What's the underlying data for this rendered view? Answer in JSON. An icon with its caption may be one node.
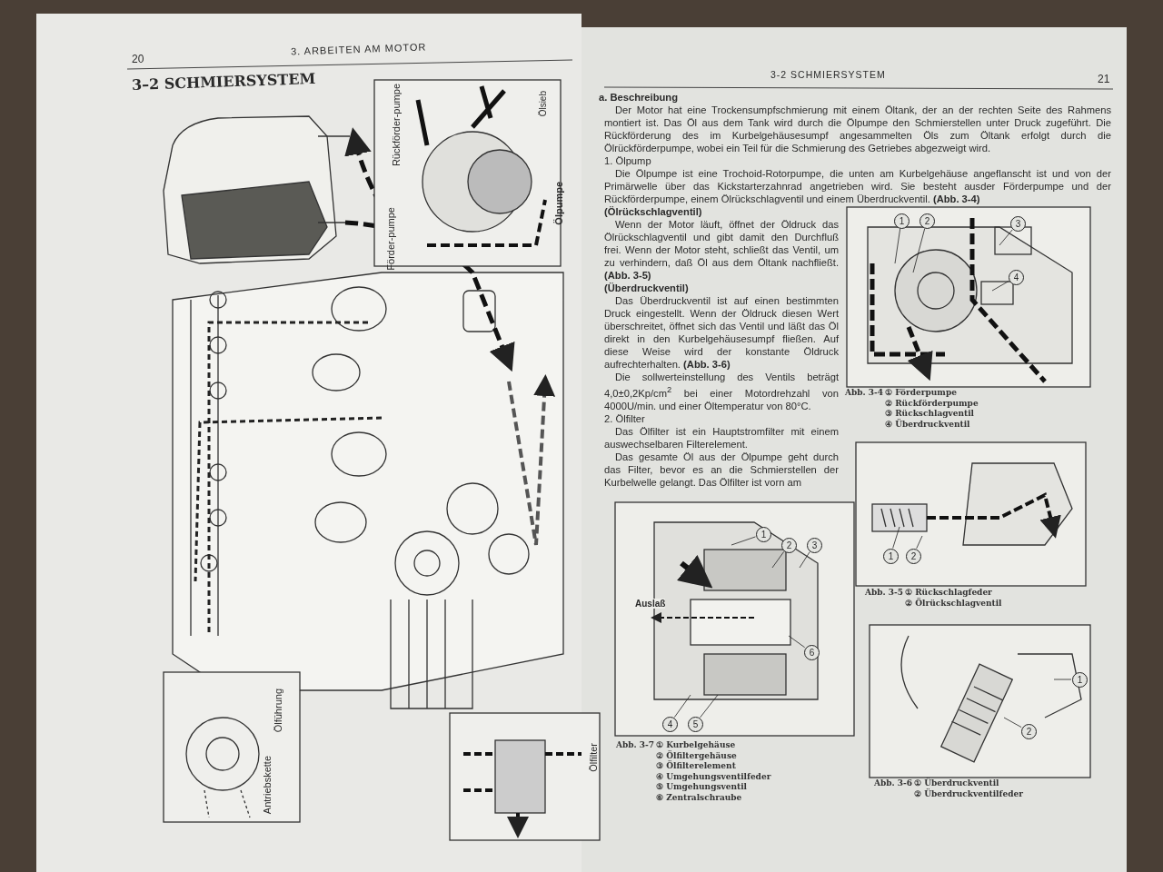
{
  "diagram": {
    "title": "3–2 SCHMIERSYSTEM",
    "nodes": [
      {
        "text": [
          "1"
        ]
      },
      {
        "text": [
          "2"
        ]
      },
      {
        "text": [
          "3"
        ]
      },
      {
        "text": [
          "4"
        ]
      },
      {
        "text": [
          "1"
        ]
      },
      {
        "text": [
          "2"
        ]
      },
      {
        "text": [
          "3"
        ]
      },
      {
        "text": [
          "6"
        ]
      },
      {
        "text": [
          "4"
        ]
      },
      {
        "text": [
          "5"
        ]
      },
      {
        "text": [
          "1"
        ]
      },
      {
        "text": [
          "2"
        ]
      },
      {
        "text": [
          "1"
        ]
      },
      {
        "text": [
          "2"
        ]
      }
    ],
    "edges": [
      {
        "from": 0,
        "to": null,
        "arrow": "none"
      },
      {
        "from": 1,
        "to": null,
        "arrow": "none"
      },
      {
        "from": 2,
        "to": null,
        "arrow": "none"
      },
      {
        "from": 3,
        "to": null,
        "arrow": "none"
      },
      {
        "from": 4,
        "to": null,
        "arrow": "none"
      },
      {
        "from": 5,
        "to": null,
        "arrow": "none"
      },
      {
        "from": 6,
        "to": null,
        "arrow": "none"
      },
      {
        "from": 7,
        "to": null,
        "arrow": "none"
      },
      {
        "from": 8,
        "to": null,
        "arrow": "none"
      },
      {
        "from": 9,
        "to": null,
        "arrow": "none"
      },
      {
        "from": 10,
        "to": null,
        "arrow": "none"
      },
      {
        "from": 11,
        "to": null,
        "arrow": "none"
      },
      {
        "from": 12,
        "to": null,
        "arrow": "none"
      },
      {
        "from": 13,
        "to": null,
        "arrow": "none"
      }
    ],
    "labels": [
      "3. ARBEITEN AM MOTOR",
      "20",
      "Rückförder-pumpe",
      "Förder-pumpe",
      "Ölsieb",
      "Ölpumpe",
      "Ölführung",
      "Antriebskette",
      "Ölfilter",
      "3-2 SCHMIERSYSTEM",
      "21",
      "a. Beschreibung",
      "Der Motor hat eine Trockensumpfschmierung mit einem Öltank, der an der rechten Seite des Rahmens montiert ist. Das Öl aus dem Tank wird durch die Ölpumpe den Schmierstellen unter Druck zugeführt. Die Rückförderung des im Kurbelgehäusesumpf angesammelten Öls zum Öltank erfolgt durch die Ölrückförderpumpe, wobei ein Teil für die Schmierung des Getriebes abgezweigt wird.",
      "1. Ölpump",
      "Die Ölpumpe ist eine Trochoid-Rotorpumpe, die unten am Kurbelgehäuse angeflanscht ist und von der Primärwelle über das Kickstarterzahnrad angetrieben wird. Sie besteht ausder Förderpumpe und der Rückförderpumpe, einem Ölrückschlagventil und einem Überdruckventil. **(Abb. 3-4)**",
      "(Ölrückschlagventil)",
      "Wenn der Motor läuft, öffnet der Öldruck das Ölrückschlagventil und gibt damit den Durchfluß frei. Wenn der Motor steht, schließt das Ventil, um zu verhindern, daß Öl aus dem Öltank nachfließt. **(Abb. 3-5)**",
      "(Überdruckventil)",
      "Das Überdruckventil ist auf einen bestimmten Druck eingestellt. Wenn der Öldruck diesen Wert überschreitet, öffnet sich das Ventil und läßt das Öl direkt in den Kurbelgehäusesumpf fließen. Auf diese Weise wird der konstante Öldruck aufrechterhalten. **(Abb. 3-6)**",
      "Die sollwerteinstellung des Ventils beträgt 4,0±0,2Kp/cm$^{2}$ bei einer Motordrehzahl von 4000U/min. und einer Öltemperatur von 80°C.",
      "2. Ölfilter",
      "Das Ölfilter ist ein Hauptstromfilter mit einem auswechselbaren Filterelement.",
      "Das gesamte Öl aus der Ölpumpe geht durch das Filter, bevor es an die Schmierstellen der Kurbelwelle gelangt. Das Ölfilter ist vorn am",
      "Auslaß",
      "Abb. 3-4",
      "① Förderpumpe",
      "② Rückförderpumpe",
      "③ Rückschlagventil",
      "④ Überdruckventil",
      "Abb. 3-5",
      "① Rückschlagfeder",
      "② Ölrückschlagventil",
      "Abb. 3-7",
      "① Kurbelgehäuse",
      "② Ölfiltergehäuse",
      "③ Ölfilterelement",
      "④ Umgehungsventilfeder",
      "⑤ Umgehungsventil",
      "⑥ Zentralschraube",
      "Abb. 3-6",
      "① Überdruckventil",
      "② Überdruckventilfeder"
    ]
  }
}
